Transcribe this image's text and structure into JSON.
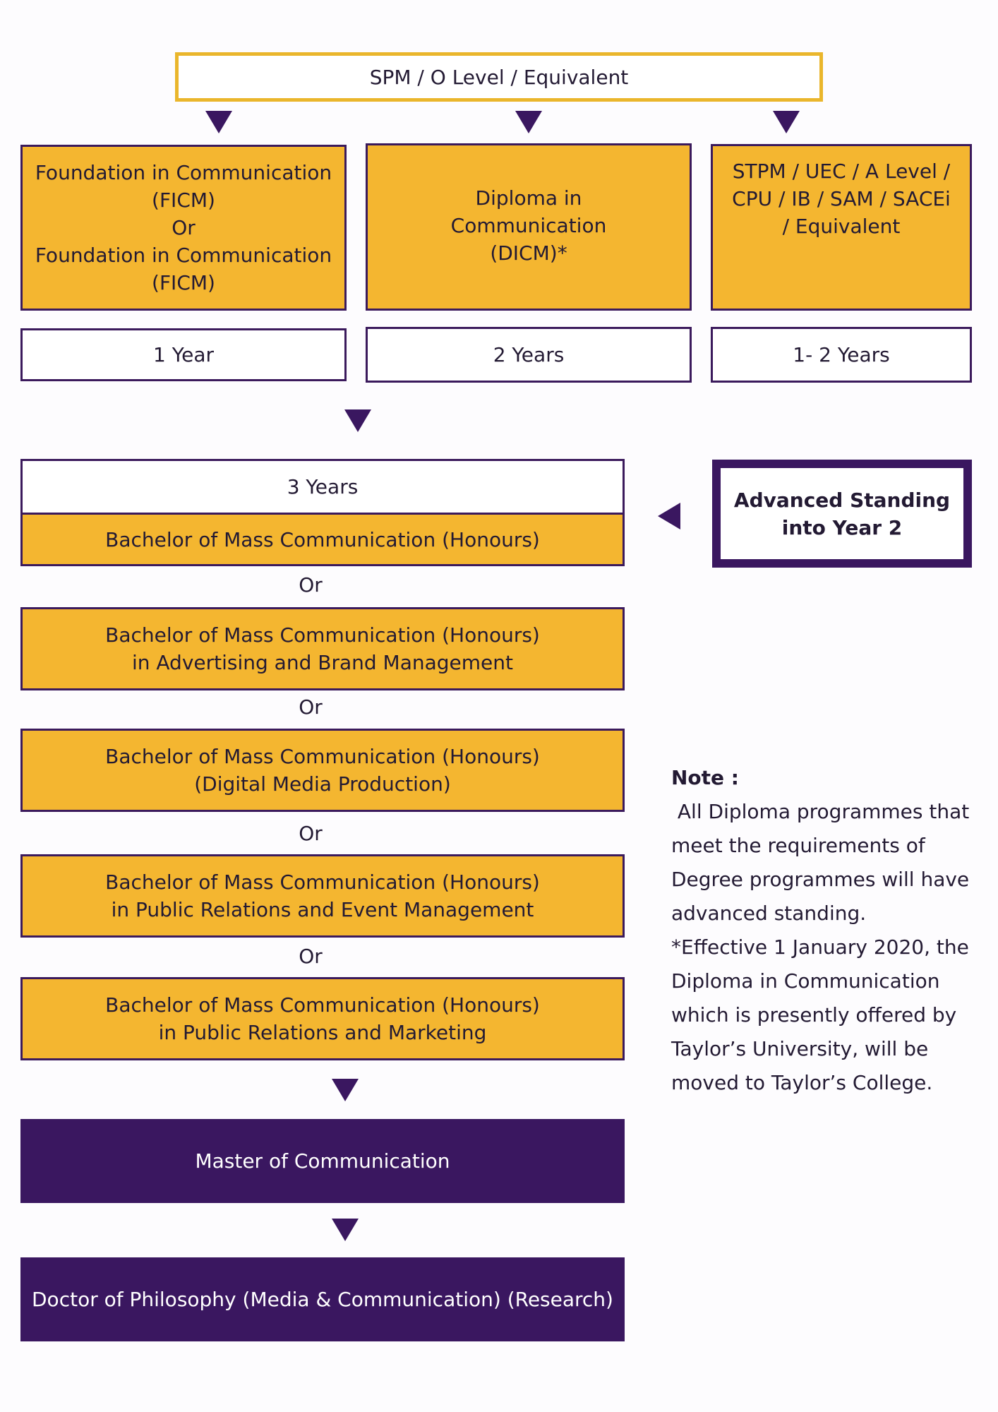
{
  "entry": "SPM / O Level / Equivalent",
  "pathways": [
    {
      "lines": [
        "Foundation in Communication",
        "(FICM)",
        "Or",
        "Foundation in Communication",
        "(FICM)"
      ],
      "duration": "1 Year"
    },
    {
      "lines": [
        "Diploma in",
        "Communication",
        "(DICM)*"
      ],
      "duration": "2 Years"
    },
    {
      "lines": [
        "STPM / UEC / A Level /",
        "CPU / IB / SAM / SACEi",
        "/ Equivalent"
      ],
      "duration": "1- 2 Years"
    }
  ],
  "degree_duration": "3 Years",
  "or_label": "Or",
  "degrees": [
    {
      "lines": [
        "Bachelor of Mass Communication (Honours)"
      ]
    },
    {
      "lines": [
        "Bachelor of Mass Communication (Honours)",
        "in Advertising and Brand Management"
      ]
    },
    {
      "lines": [
        "Bachelor of Mass Communication (Honours)",
        "(Digital Media Production)"
      ]
    },
    {
      "lines": [
        "Bachelor of Mass Communication (Honours)",
        "in Public Relations and Event Management"
      ]
    },
    {
      "lines": [
        "Bachelor of Mass Communication (Honours)",
        "in Public Relations and Marketing"
      ]
    }
  ],
  "advanced_standing": [
    "Advanced Standing",
    "into Year 2"
  ],
  "masters": "Master of Communication",
  "doctorate": "Doctor of Philosophy (Media & Communication) (Research)",
  "note": {
    "title": "Note :",
    "lines": [
      " All Diploma programmes that",
      "meet the requirements of",
      "Degree programmes will have",
      "advanced standing.",
      "*Effective 1 January 2020, the",
      "Diploma in Communication",
      "which is presently offered by",
      "Taylor’s University, will be",
      "moved to Taylor’s College."
    ]
  },
  "colors": {
    "gold": "#f4b630",
    "purple": "#3a1760",
    "top_border": "#eab62c"
  }
}
